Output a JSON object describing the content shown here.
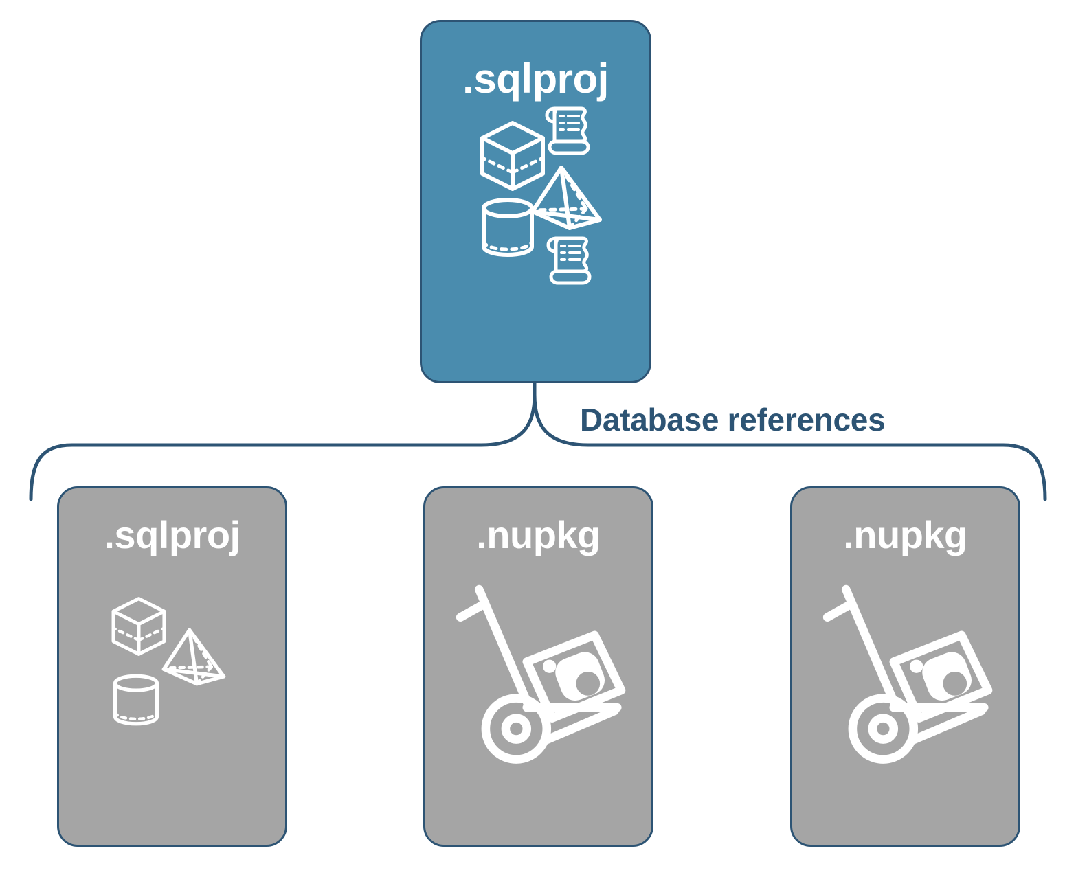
{
  "diagram": {
    "title_text": "Database references",
    "colors": {
      "primary_fill": "#4a8cae",
      "secondary_fill": "#a5a5a5",
      "stroke": "#2d5474",
      "icon": "#ffffff",
      "background": "#ffffff"
    },
    "connector": {
      "label": "Database references",
      "style": "curly-brace",
      "direction": "one-to-many"
    },
    "parent": {
      "label": ".sqlproj",
      "fill": "primary",
      "icons": [
        "cube-icon",
        "scroll-icon",
        "pyramid-icon",
        "cylinder-icon",
        "scroll-icon"
      ]
    },
    "children": [
      {
        "label": ".sqlproj",
        "fill": "secondary",
        "icons": [
          "cube-icon",
          "pyramid-icon",
          "cylinder-icon"
        ]
      },
      {
        "label": ".nupkg",
        "fill": "secondary",
        "icons": [
          "package-dolly-icon"
        ]
      },
      {
        "label": ".nupkg",
        "fill": "secondary",
        "icons": [
          "package-dolly-icon"
        ]
      }
    ]
  }
}
